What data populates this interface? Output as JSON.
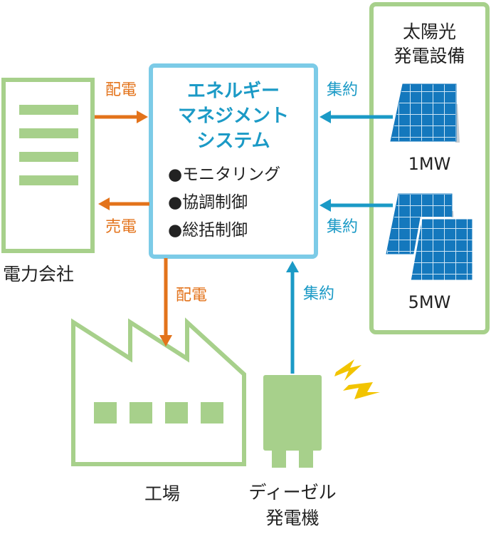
{
  "colors": {
    "green": "#a7d08b",
    "green_dark": "#8fc274",
    "blue": "#1b9ac6",
    "blue_border": "#7ccbe7",
    "orange": "#e3731b",
    "solar": "#1478bd",
    "solar_grid": "#cfe6f5",
    "bolt": "#f2c400",
    "text": "#222222"
  },
  "ems": {
    "title_lines": [
      "エネルギー",
      "マネジメント",
      "システム"
    ],
    "functions": [
      "●モニタリング",
      "●協調制御",
      "●総括制御"
    ]
  },
  "utility": {
    "label": "電力会社"
  },
  "solar_facility": {
    "title_lines": [
      "太陽光",
      "発電設備"
    ],
    "units": [
      "1MW",
      "5MW"
    ]
  },
  "factory": {
    "label": "工場"
  },
  "diesel": {
    "label_lines": [
      "ディーゼル",
      "発電機"
    ]
  },
  "flows": {
    "utility_to_ems": "配電",
    "ems_to_utility": "売電",
    "ems_to_factory": "配電",
    "solar1_to_ems": "集約",
    "solar5_to_ems": "集約",
    "diesel_to_ems": "集約"
  }
}
